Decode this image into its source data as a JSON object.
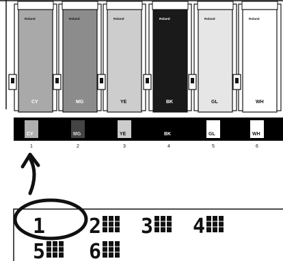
{
  "brand": "Roland",
  "cartridges": [
    {
      "code": "CY",
      "body": "#a9a9a9",
      "text": "#ffffff",
      "brand_color": "#111111"
    },
    {
      "code": "MG",
      "body": "#8c8c8c",
      "text": "#ffffff",
      "brand_color": "#111111"
    },
    {
      "code": "YE",
      "body": "#cdcdcd",
      "text": "#111111",
      "brand_color": "#111111"
    },
    {
      "code": "BK",
      "body": "#1a1a1a",
      "text": "#ffffff",
      "brand_color": "#ffffff"
    },
    {
      "code": "GL",
      "body": "#e6e6e6",
      "text": "#111111",
      "brand_color": "#111111"
    },
    {
      "code": "WH",
      "body": "#ffffff",
      "text": "#111111",
      "brand_color": "#111111"
    }
  ],
  "slot_strip": [
    {
      "code": "CY",
      "number": "1",
      "swatch": "#b0b0b0",
      "text": "#ffffff"
    },
    {
      "code": "MG",
      "number": "2",
      "swatch": "#444444",
      "text": "#dddddd"
    },
    {
      "code": "YE",
      "number": "3",
      "swatch": "#cccccc",
      "text": "#111111"
    },
    {
      "code": "BK",
      "number": "4",
      "swatch": "#000000",
      "text": "#ffffff"
    },
    {
      "code": "GL",
      "number": "5",
      "swatch": "#ffffff",
      "text": "#111111"
    },
    {
      "code": "WH",
      "number": "6",
      "swatch": "#ffffff",
      "text": "#111111"
    }
  ],
  "lcd": {
    "row1": [
      "1",
      "2",
      "3",
      "4"
    ],
    "row2": [
      "5",
      "6"
    ]
  }
}
